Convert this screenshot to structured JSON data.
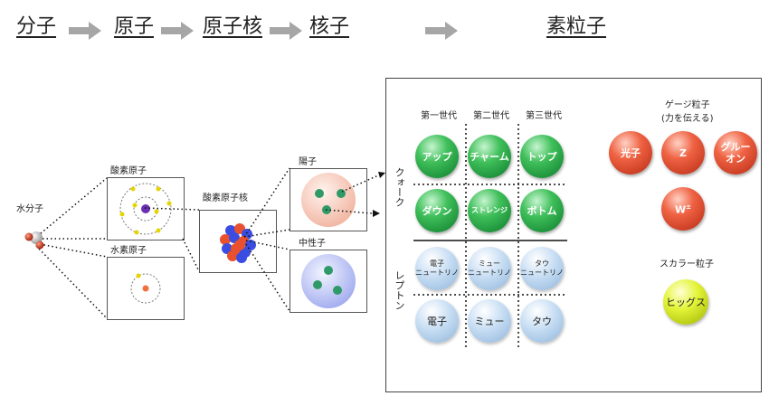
{
  "header": {
    "steps": [
      "分子",
      "原子",
      "原子核",
      "核子",
      "素粒子"
    ]
  },
  "left": {
    "water": "水分子",
    "oxygen_atom": "酸素原子",
    "hydrogen_atom": "水素原子",
    "oxygen_nucleus": "酸素原子核",
    "proton": "陽子",
    "neutron": "中性子"
  },
  "particles": {
    "generations": [
      "第一世代",
      "第二世代",
      "第三世代"
    ],
    "quark_label": "クォーク",
    "lepton_label": "レプトン",
    "quarks_top": [
      "アップ",
      "チャーム",
      "トップ"
    ],
    "quarks_bottom": [
      "ダウン",
      "ストレンジ",
      "ボトム"
    ],
    "neutrinos": [
      [
        "電子",
        "ニュートリノ"
      ],
      [
        "ミュー",
        "ニュートリノ"
      ],
      [
        "タウ",
        "ニュートリノ"
      ]
    ],
    "leptons": [
      "電子",
      "ミュー",
      "タウ"
    ],
    "gauge_title": [
      "ゲージ粒子",
      "(力を伝える)"
    ],
    "gauge": [
      "光子",
      "Z",
      "グルー",
      "オン"
    ],
    "w_label": "W",
    "w_sup": "±",
    "scalar_title": "スカラー粒子",
    "higgs": "ヒッグス"
  },
  "colors": {
    "quark": "#2faa4c",
    "lepton": "#b8d4f0",
    "gauge": "#e5502f",
    "higgs": "#d6ee1e",
    "arrow": "#a6a6a6"
  }
}
